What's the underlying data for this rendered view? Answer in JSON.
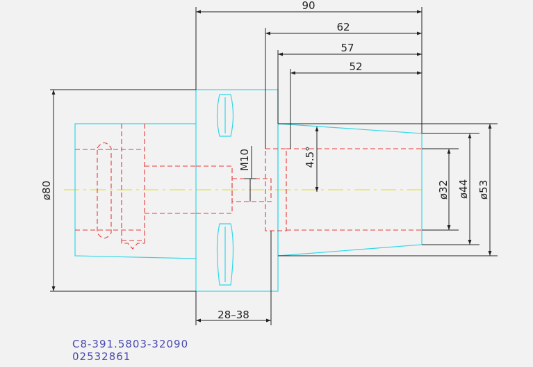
{
  "drawing": {
    "dimensions": {
      "overall_length": "90",
      "length_62": "62",
      "length_57": "57",
      "length_52": "52",
      "body_diameter": "ø80",
      "bore_diameter": "ø32",
      "diameter_44": "ø44",
      "diameter_53": "ø53",
      "taper_angle": "4.5°",
      "thread": "M10",
      "flange_range": "28–38"
    },
    "caption": {
      "part_number": "C8-391.5803-32090",
      "code": "02532861"
    },
    "colors": {
      "outline": "#30d8e8",
      "hidden": "#e53a3a",
      "centerline": "#e6e23a",
      "dimension": "#222222",
      "caption": "#4a4ab0"
    }
  }
}
